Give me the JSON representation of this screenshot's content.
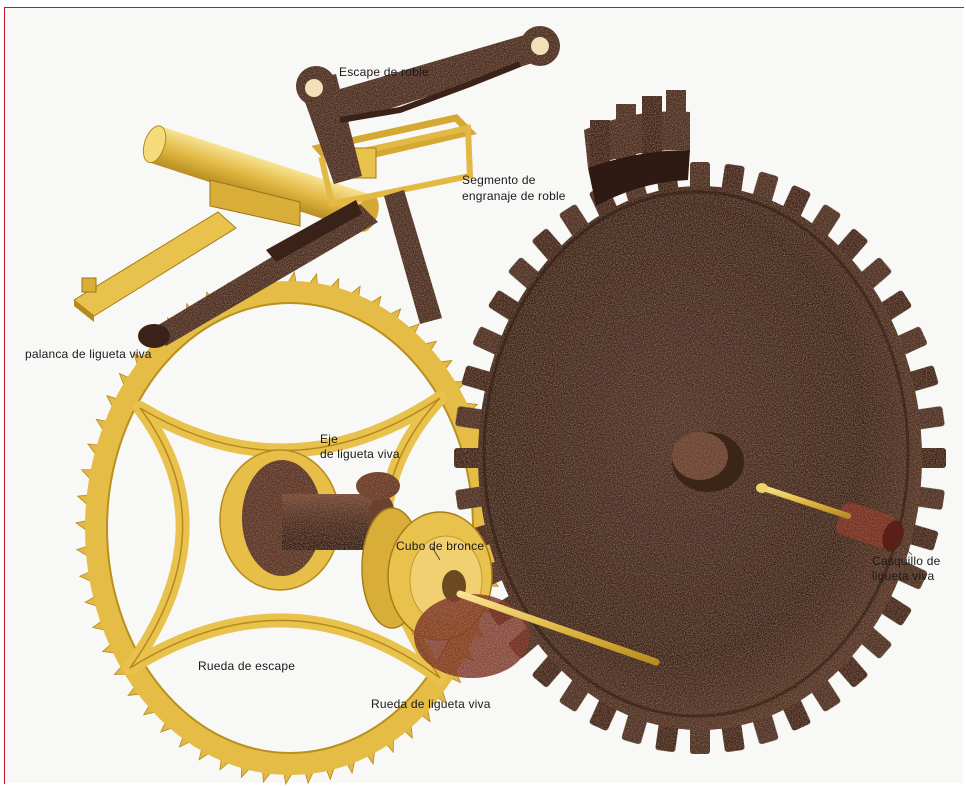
{
  "colors": {
    "frame": "#c8102e",
    "background": "#f7f7f5",
    "brass": "#e8c450",
    "brass_dark": "#b58a1c",
    "brass_light": "#f5dc7a",
    "wood": "#4a2e22",
    "wood_dark": "#2d1a12",
    "wood_red": "#7a2a1e"
  },
  "labels": {
    "escape_lever": "Escape de roble",
    "engaging_segment": [
      "Segmento de",
      "engranaje de roble"
    ],
    "escape_pallet": "palanca de ligueta viva",
    "arbor_pinion": [
      "Eje",
      "de ligueta viva"
    ],
    "rim": "Cubo de bronce",
    "pawl_sleeve": [
      "Casquillo de",
      "ligueta viva"
    ],
    "escape_wheel": "Rueda de escape",
    "live_pawl_wheel": "Rueda de ligueta viva"
  },
  "icons": {
    "brass_wheel": "gear-wheel-icon",
    "wood_wheel": "gear-wheel-icon",
    "lever": "lever-icon"
  }
}
